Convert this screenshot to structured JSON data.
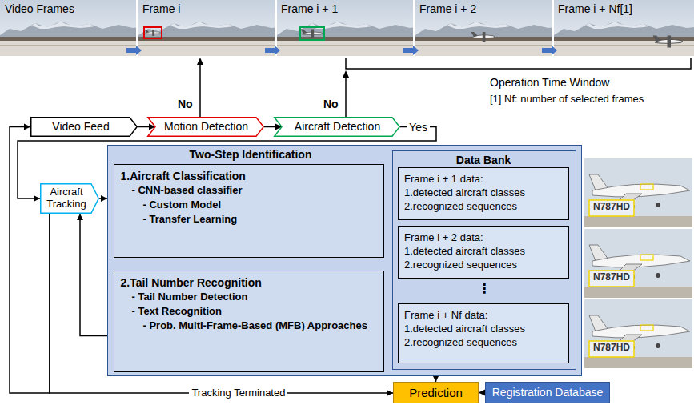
{
  "diagram": {
    "nodes": [
      {
        "text": [
          "Video Feed"
        ]
      },
      {
        "text": [
          "Motion Detection"
        ]
      },
      {
        "text": [
          "Aircraft Detection"
        ]
      },
      {
        "text": [
          "Aircraft Tracking"
        ]
      },
      {
        "text": [
          "Two-Step Identification"
        ]
      },
      {
        "text": [
          "1.Aircraft Classification",
          "- CNN-based classifier",
          "- Custom Model",
          "- Transfer Learning"
        ],
        "in": 4
      },
      {
        "text": [
          "2.Tail Number Recognition",
          "- Tail Number Detection",
          "- Text Recognition",
          "- Prob. Multi-Frame-Based (MFB) Approaches"
        ],
        "in": 4
      },
      {
        "text": [
          "Data Bank"
        ],
        "in": 4
      },
      {
        "text": [
          "Frame i + 1 data:",
          "1.detected aircraft classes",
          "2.recognized sequences"
        ],
        "in": 7
      },
      {
        "text": [
          "Frame i + 2 data:",
          "1.detected aircraft classes",
          "2.recognized sequences"
        ],
        "in": 7
      },
      {
        "text": [
          "Frame i + Nf data:",
          "1.detected aircraft classes",
          "2.recognized sequences"
        ],
        "in": 7
      },
      {
        "text": [
          "Prediction"
        ]
      },
      {
        "text": [
          "Registration Database"
        ]
      }
    ],
    "edges": [
      {
        "from": 0,
        "to": 1,
        "arrow": "to"
      },
      {
        "from": 1,
        "to": 2,
        "arrow": "to"
      },
      {
        "from": 2,
        "to": 3,
        "label": "Yes",
        "arrow": "to"
      },
      {
        "from": 3,
        "to": 4,
        "arrow": "to"
      },
      {
        "from": 5,
        "to": 6,
        "arrow": "to"
      },
      {
        "from": 6,
        "to": 3,
        "arrow": "to"
      },
      {
        "from": 5,
        "to": 8,
        "arrow": "to"
      },
      {
        "from": 6,
        "to": 10,
        "arrow": "to"
      },
      {
        "from": 7,
        "to": 11,
        "arrow": "to"
      },
      {
        "from": 12,
        "to": 11,
        "arrow": "to"
      },
      {
        "from": 3,
        "to": 11,
        "label": "Tracking Terminated",
        "arrow": "to"
      },
      {
        "from": 3,
        "to": 0,
        "arrow": "to"
      }
    ],
    "labels": [
      "Video Frames",
      "Frame i",
      "Frame i + 1",
      "Frame i + 2",
      "Frame i + Nf[1]",
      "No",
      "No",
      "Operation Time Window",
      "[1] Nf: number of selected frames",
      "⋮",
      "N787HD",
      "N787HD",
      "N787HD"
    ]
  }
}
